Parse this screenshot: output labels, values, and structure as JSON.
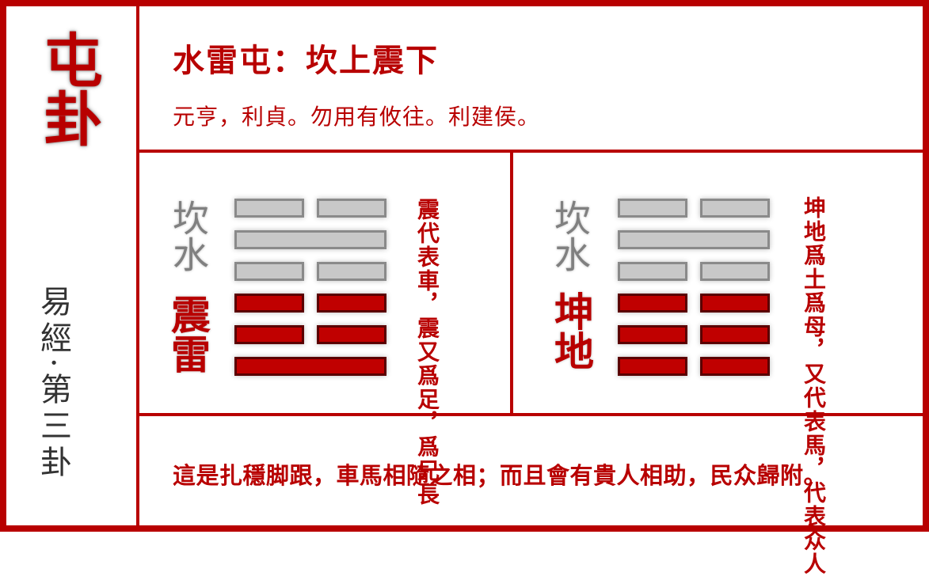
{
  "title": "屯卦",
  "subtitle": "易經·第三卦",
  "heading": "水雷屯：坎上震下",
  "judgement": "元亨，利貞。勿用有攸往。利建侯。",
  "left_panel": {
    "upper_trigram": "坎水",
    "lower_trigram": "震雷",
    "note": "震代表車，震又爲足，爲兄長"
  },
  "right_panel": {
    "upper_trigram": "坎水",
    "lower_trigram": "坤地",
    "note": "坤地爲土爲母，又代表馬，代表众人"
  },
  "footer": "這是扎穩脚跟，車馬相隨之相；而且會有貴人相助，民众歸附。",
  "colors": {
    "accent": "#b80000",
    "upper_lines": "#c8c8c8",
    "lower_lines": "#c00000"
  }
}
